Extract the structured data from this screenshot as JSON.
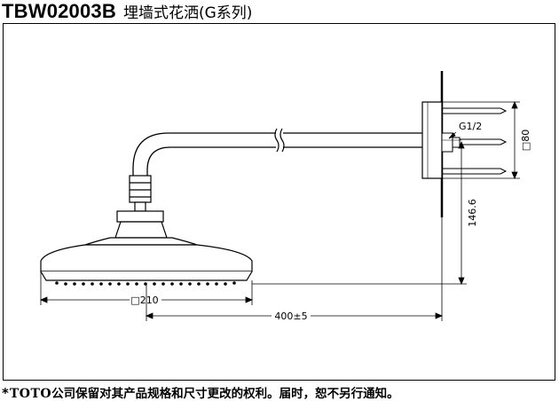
{
  "header": {
    "model": "TBW02003B",
    "product_name": "埋墙式花洒(G系列)"
  },
  "diagram": {
    "thread_label": "G1/2",
    "flange_size_label": "□80",
    "height_label": "146.6",
    "head_size_label": "□210",
    "projection_label": "400±5"
  },
  "footer": {
    "star": "*",
    "brand": "TOTO",
    "notice": "公司保留对其产品规格和尺寸更改的权利。届时，恕不另行通知。"
  }
}
